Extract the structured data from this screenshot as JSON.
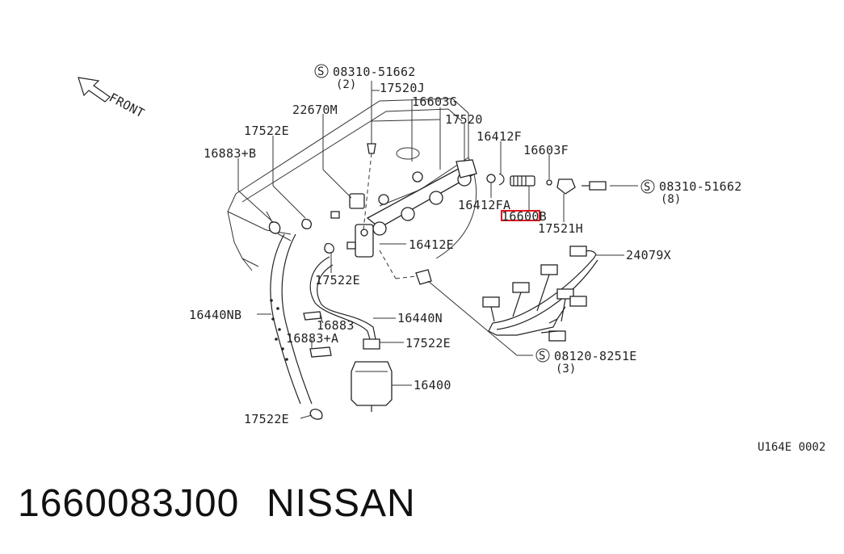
{
  "front_label": "FRONT",
  "bolt_symbol": "S",
  "callouts": {
    "bolt_top": "08310-51662",
    "bolt_top_qty": "(2)",
    "p17520J": "17520J",
    "p22670M": "22670M",
    "p16603G": "16603G",
    "p17520": "17520",
    "p17522E_top": "17522E",
    "p16412F": "16412F",
    "p16883B": "16883+B",
    "p16603F": "16603F",
    "bolt_right": "08310-51662",
    "bolt_right_qty": "(8)",
    "p16412FA": "16412FA",
    "p16600B": "16600B",
    "p17521H": "17521H",
    "p16412E": "16412E",
    "p24079X": "24079X",
    "p17522E_mid": "17522E",
    "p16440NB": "16440NB",
    "p16883": "16883",
    "p16440N": "16440N",
    "p16883A": "16883+A",
    "p17522E_low": "17522E",
    "bolt_low": "08120-8251E",
    "bolt_low_qty": "(3)",
    "p16400": "16400",
    "p17522E_bottom": "17522E"
  },
  "highlight_color": "#e0141e",
  "diagram_code": "U164E 0002",
  "footer": {
    "part_number": "1660083J00",
    "brand": "NISSAN"
  }
}
